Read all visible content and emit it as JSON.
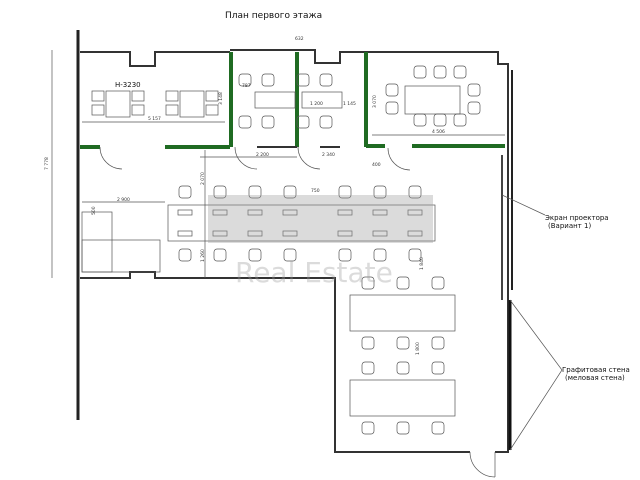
{
  "title": "План первого этажа",
  "room_label": "Н-3230",
  "annotations": {
    "projector": [
      "Экран проектора",
      "(Вариант 1)"
    ],
    "graphite": [
      "Графитовая стена",
      "(меловая стена)"
    ]
  },
  "watermark": "Real Estate",
  "dimensions": {
    "d632": "632",
    "d5157": "5 157",
    "d3148": "3 148",
    "d787": "787",
    "d1200": "1 200",
    "d1145": "1 145",
    "d3070": "3 070",
    "d4506": "4 506",
    "d2200": "2 200",
    "d2340": "2 340",
    "d2900": "2 900",
    "d2070": "2 070",
    "d1260": "1 260",
    "d500": "500",
    "d7778": "7 778",
    "d750": "750",
    "d1840": "1 840",
    "d1800": "1 800",
    "d400": "400"
  },
  "colors": {
    "partition": "#1f6b22",
    "wall": "#333333"
  }
}
